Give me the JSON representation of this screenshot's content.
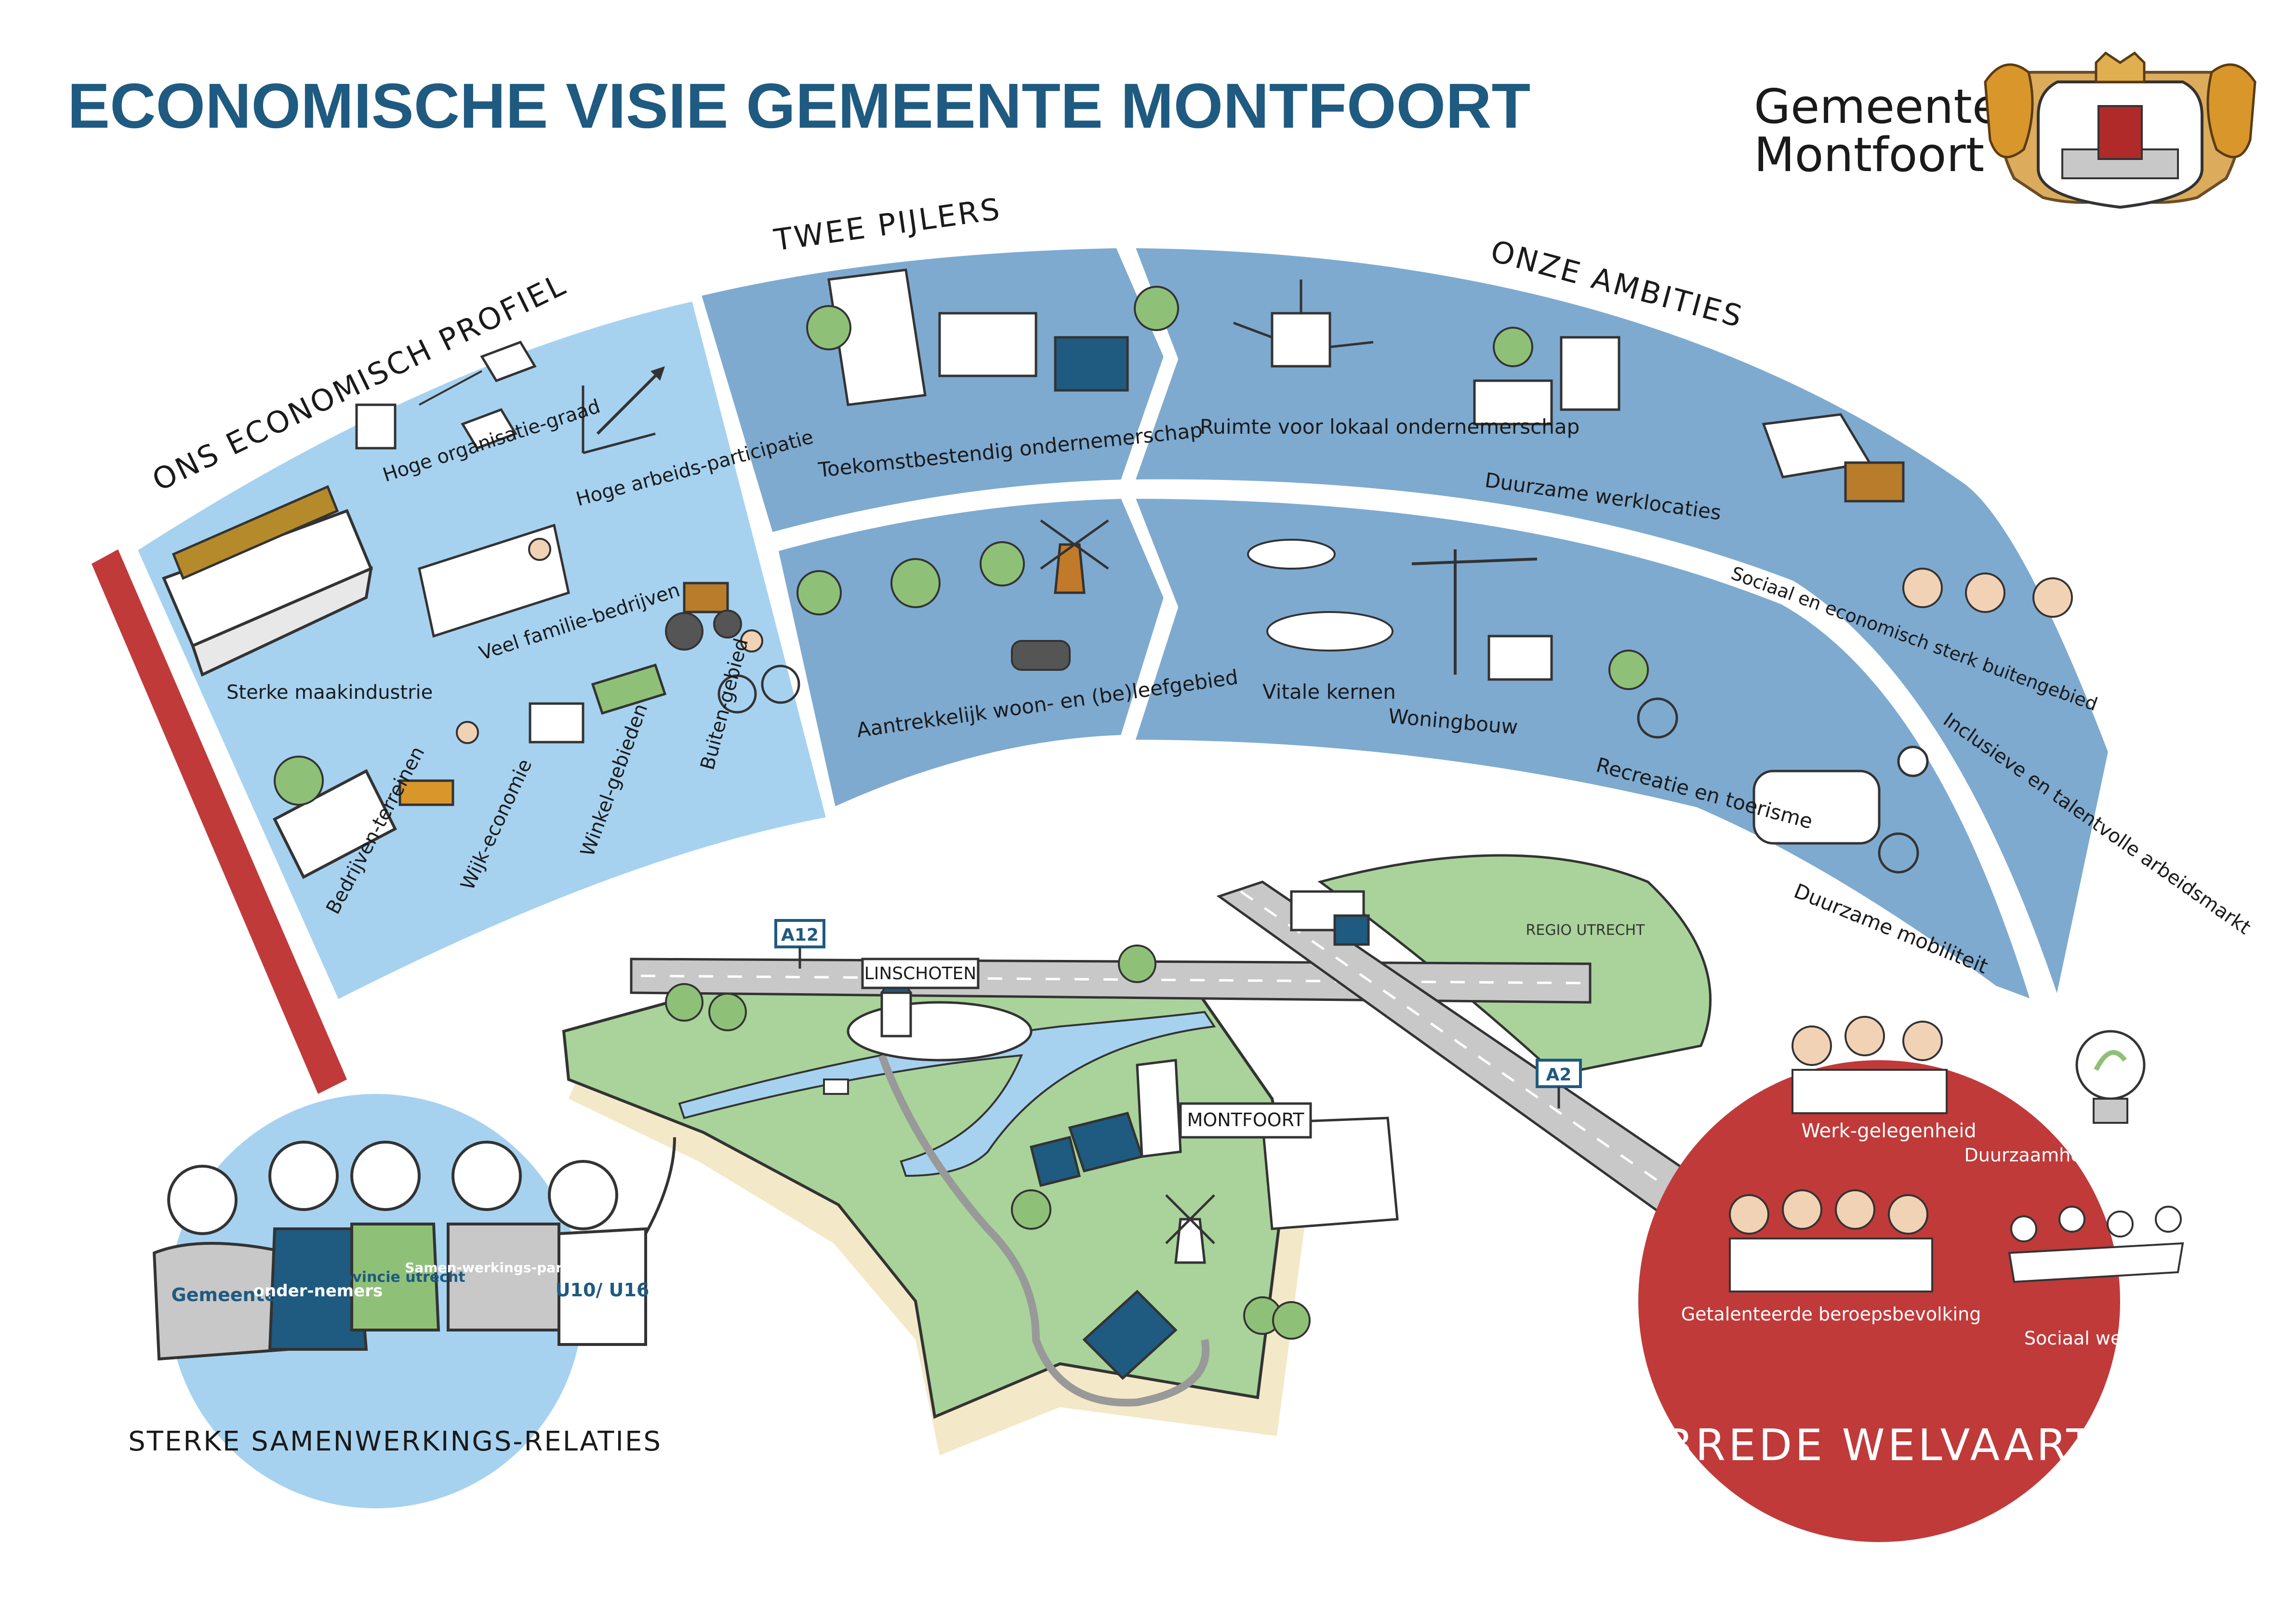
{
  "header": {
    "title": "ECONOMISCHE VISIE GEMEENTE MONTFOORT",
    "logo_line1": "Gemeente",
    "logo_line2": "Montfoort"
  },
  "colors": {
    "title_blue": "#1f5a80",
    "light_blue": "#a6d2f0",
    "mid_blue": "#7eaad0",
    "red": "#c03a3a",
    "green": "#a9d39a",
    "road": "#c8c8c8"
  },
  "profiel": {
    "heading": "ONS ECONOMISCH PROFIEL",
    "items": [
      "Sterke maakindustrie",
      "Hoge organisatie-graad",
      "Hoge arbeids-participatie",
      "Veel familie-bedrijven",
      "Buiten-gebied",
      "Bedrijven-terreinen",
      "Wijk-economie",
      "Winkel-gebieden"
    ]
  },
  "pijlers": {
    "heading": "TWEE PIJLERS",
    "items": [
      "Toekomstbestendig ondernemerschap",
      "Aantrekkelijk woon- en (be)leefgebied"
    ]
  },
  "ambities": {
    "heading": "ONZE AMBITIES",
    "items": [
      "Ruimte voor lokaal ondernemerschap",
      "Duurzame werklocaties",
      "Sociaal en economisch sterk buitengebied",
      "Inclusieve en talentvolle arbeidsmarkt",
      "Vitale kernen",
      "Woningbouw",
      "Recreatie en toerisme",
      "Duurzame mobiliteit"
    ]
  },
  "map": {
    "road_a12": "A12",
    "road_a2": "A2",
    "town_linschoten": "LINSCHOTEN",
    "town_montfoort": "MONTFOORT",
    "regio": "REGIO UTRECHT"
  },
  "samenwerking": {
    "people": [
      "Gemeente",
      "onder-nemers",
      "provincie utrecht",
      "Samen-werkings-partners",
      "U10/ U16"
    ],
    "caption": "STERKE SAMENWERKINGS-RELATIES"
  },
  "welvaart": {
    "items": [
      "Werk-gelegenheid",
      "Duurzaamheid en innovatie",
      "Getalenteerde beroepsbevolking",
      "Sociaal welzijn"
    ],
    "title": "BREDE WELVAART"
  }
}
